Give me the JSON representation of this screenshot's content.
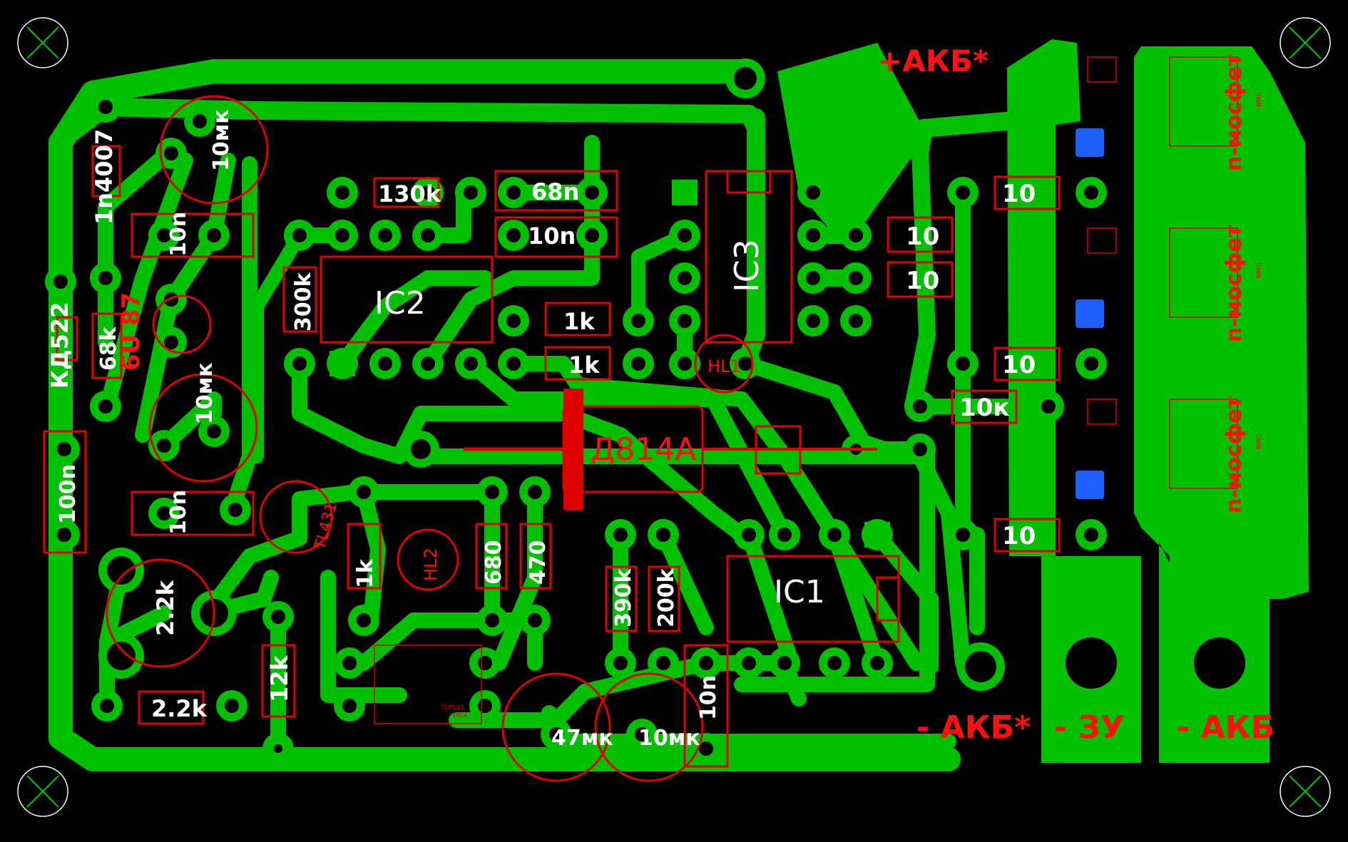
{
  "labels": {
    "akb_plus": "+АКБ*",
    "akb_minus_star": "- АКБ*",
    "zu_minus": "- ЗУ",
    "akb_minus": "- АКБ",
    "ic1": "IC1",
    "ic2": "IC2",
    "ic3": "IC3",
    "d814a": "Д814А",
    "diode_1n4007": "1n4007",
    "diode_kd522": "КД522",
    "tl431": "TL431",
    "hl1": "HL1",
    "hl2": "HL2",
    "hl_top": "HL1",
    "optocoupler": "TLP521",
    "opto_pkg": "DIL4",
    "part_6u": "6U 87"
  },
  "mosfets": [
    {
      "label": "n-мосфет",
      "pkg": "NMO"
    },
    {
      "label": "n-мосфет",
      "pkg": "NMO"
    },
    {
      "label": "n-мосфет",
      "pkg": "NMO"
    }
  ],
  "values": {
    "r130k": "130k",
    "c68n": "68n",
    "c10n_a": "10n",
    "c10n_b": "10n",
    "c10n_c": "10n",
    "c10n_d": "10n",
    "r300k": "300k",
    "r1k_a": "1k",
    "r1k_b": "1k",
    "r1k_c": "1k",
    "r68k": "68k",
    "c10mk_a": "10мк",
    "c10mk_b": "10мк",
    "c10mk_c": "10мк",
    "c47mk": "47мк",
    "c100n": "100n",
    "r2_2k_a": "2.2k",
    "r2_2k_b": "2.2k",
    "r12k": "12k",
    "r680": "680",
    "r470": "470",
    "r390k": "390k",
    "r200k": "200k",
    "r10_a": "10",
    "r10_b": "10",
    "r10_c": "10",
    "r10_d": "10",
    "r10_e": "10",
    "r10k": "10к"
  }
}
